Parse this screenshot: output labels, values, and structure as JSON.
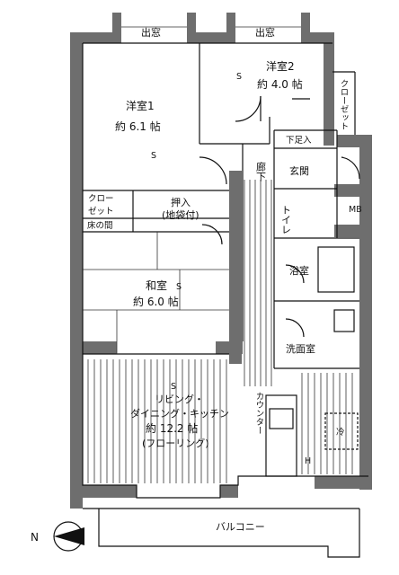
{
  "rooms": {
    "western_room_1": {
      "name": "洋室1",
      "size": "約 6.1 帖",
      "symbol": "S"
    },
    "western_room_2": {
      "name": "洋室2",
      "size": "約 4.0 帖",
      "symbol": "S"
    },
    "japanese_room": {
      "name": "和室",
      "size": "約 6.0 帖",
      "symbol": "S"
    },
    "ldk": {
      "symbol": "S",
      "line1": "リビング・",
      "line2": "ダイニング・キッチン",
      "line3": "約 12.2 帖",
      "line4": "(フローリング)"
    },
    "entrance": "玄関",
    "shoe_storage": "下足入",
    "toilet": "トイレ",
    "bathroom": "浴室",
    "washroom": "洗面室",
    "hallway": "廊下",
    "closet_west": {
      "line1": "クロー",
      "line2": "ゼット"
    },
    "closet_east": "クローゼット",
    "oshiire": {
      "line1": "押入",
      "line2": "(地袋付)"
    },
    "tokonoma": "床の間",
    "meter_box": "MB",
    "counter": "カウンター",
    "fridge": "冷",
    "water_heater": "H",
    "balcony": "バルコニー"
  },
  "windows": {
    "top_left": "出窓",
    "top_right": "出窓"
  },
  "compass": {
    "label": "N"
  },
  "colors": {
    "wall": "#6e6e6e",
    "line": "#111111",
    "paper": "#ffffff"
  }
}
